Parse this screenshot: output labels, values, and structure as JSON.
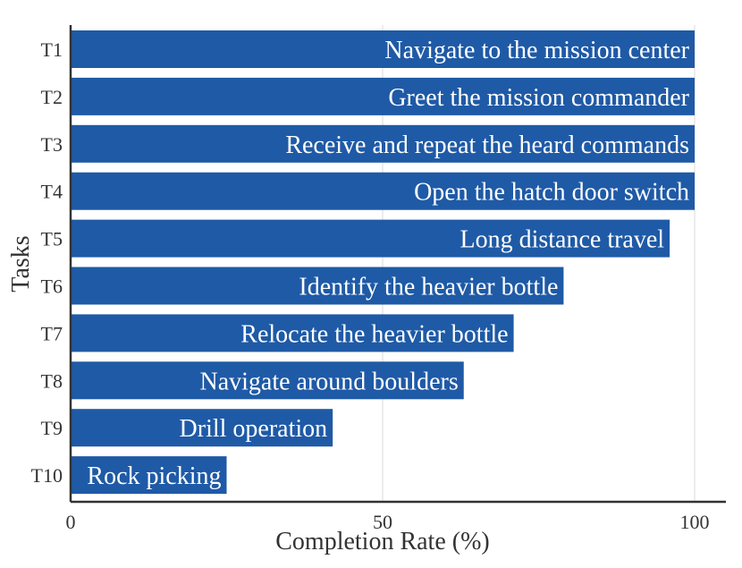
{
  "chart_data": {
    "type": "bar",
    "orientation": "horizontal",
    "xlabel": "Completion Rate (%)",
    "ylabel": "Tasks",
    "xlim": [
      0,
      100
    ],
    "xticks": [
      0,
      50,
      100
    ],
    "grid": "vertical",
    "bar_color": "#1f5aa6",
    "categories": [
      "T1",
      "T2",
      "T3",
      "T4",
      "T5",
      "T6",
      "T7",
      "T8",
      "T9",
      "T10"
    ],
    "bar_labels": [
      "Navigate to the mission center",
      "Greet the mission commander",
      "Receive and repeat the heard commands",
      "Open the hatch door switch",
      "Long distance travel",
      "Identify the heavier bottle",
      "Relocate the heavier bottle",
      "Navigate around boulders",
      "Drill operation",
      "Rock picking"
    ],
    "values": [
      100,
      100,
      100,
      100,
      96,
      79,
      71,
      63,
      42,
      25
    ]
  }
}
